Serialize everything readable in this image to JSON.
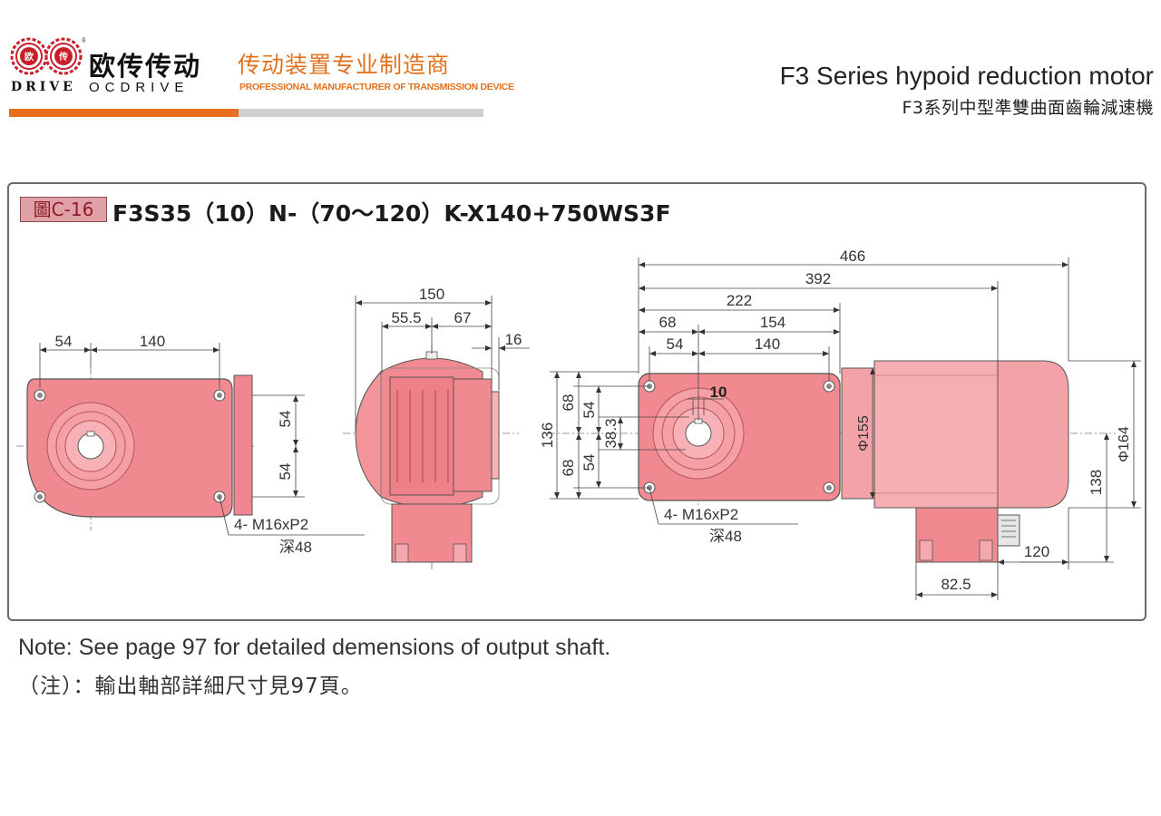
{
  "header": {
    "logo_registered_mark": "®",
    "logo_char_left": "欧",
    "logo_char_right": "传",
    "brand_name": "欧传传动",
    "brand_latin_left": "DRIVE",
    "brand_latin_right": "OCDRIVE",
    "slogan_cn": "传动装置专业制造商",
    "slogan_en": "PROFESSIONAL MANUFACTURER OF TRANSMISSION DEVICE",
    "series_title_en": "F3 Series hypoid reduction motor",
    "series_title_cn": "F3系列中型準雙曲面齒輪減速機"
  },
  "drawing": {
    "figure_tag": "圖C-16",
    "model_code": "F3S35（10）N-（70～120）K-X140+750WS3F",
    "front_view": {
      "dims": [
        "54",
        "140",
        "54",
        "54"
      ],
      "hole_note": [
        "4- M16xP2",
        "深48"
      ]
    },
    "side_view": {
      "dims": [
        "150",
        "55.5",
        "67",
        "16"
      ]
    },
    "top_view": {
      "dims": [
        "466",
        "392",
        "222",
        "68",
        "154",
        "54",
        "140",
        "10",
        "136",
        "68",
        "54",
        "38.3",
        "68",
        "54",
        "Φ155",
        "Φ164",
        "138",
        "120",
        "82.5"
      ],
      "hole_note": [
        "4- M16xP2",
        "深48"
      ]
    }
  },
  "notes": {
    "note_en": "Note: See page 97 for detailed demensions of output shaft.",
    "note_cn": "（注）：輸出軸部詳細尺寸見97頁。"
  },
  "colors": {
    "accent_orange": "#e76f1e",
    "body_pink": "#ef8a90",
    "outline": "#555555"
  }
}
